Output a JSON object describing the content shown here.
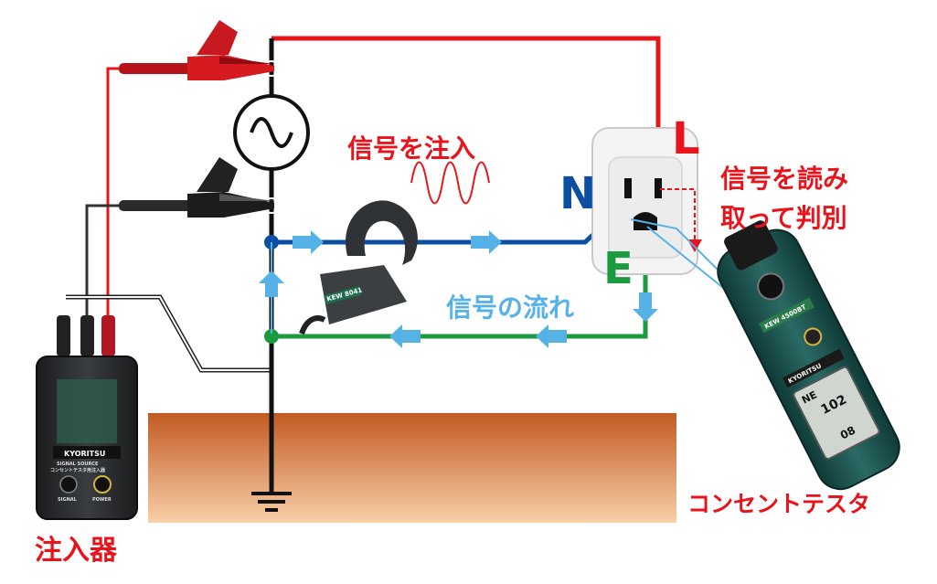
{
  "labels": {
    "inject_signal": "信号を注入",
    "read_signal_line1": "信号を読み",
    "read_signal_line2": "取って判別",
    "signal_flow": "信号の流れ",
    "injector": "注入器",
    "outlet_tester": "コンセントテスタ",
    "terminal_l": "L",
    "terminal_n": "N",
    "terminal_e": "E"
  },
  "device_labels": {
    "injector_brand": "KYORITSU",
    "injector_model_label": "SIGNAL SOURCE",
    "injector_subtitle": "コンセントテスタ用注入器",
    "injector_signal": "SIGNAL",
    "injector_power": "POWER",
    "clamp_model": "KEW 8041",
    "tester_brand": "KYORITSU",
    "tester_model": "KEW 4500BT",
    "tester_display_ne": "NE",
    "tester_display_value": "102",
    "tester_display_value2": "08"
  },
  "colors": {
    "red": "#e8141b",
    "blue": "#0b4ea2",
    "light_blue": "#56b2e6",
    "green": "#1c9a3f",
    "black": "#111111",
    "ground_top": "#c8602a",
    "ground_bottom": "#f6c9a3",
    "tester_body": "#1e4f4c"
  },
  "icons": [
    "ac-source-icon",
    "ground-symbol-icon",
    "power-icon",
    "signal-icon",
    "arrow-icon"
  ]
}
